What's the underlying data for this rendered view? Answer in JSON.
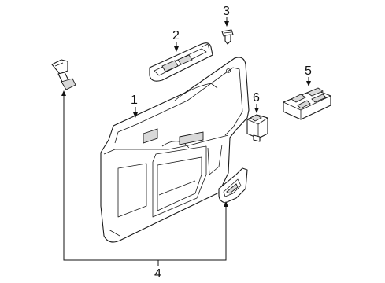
{
  "callouts": [
    {
      "id": "1",
      "text": "1"
    },
    {
      "id": "2",
      "text": "2"
    },
    {
      "id": "3",
      "text": "3"
    },
    {
      "id": "4",
      "text": "4"
    },
    {
      "id": "5",
      "text": "5"
    },
    {
      "id": "6",
      "text": "6"
    }
  ],
  "parts": [
    {
      "id": "door-trim-panel",
      "callout": "1"
    },
    {
      "id": "switch-bezel",
      "callout": "2"
    },
    {
      "id": "clip",
      "callout": "3"
    },
    {
      "id": "pull-handle-left",
      "callout": "4"
    },
    {
      "id": "pull-handle-right",
      "callout": "4"
    },
    {
      "id": "window-switch",
      "callout": "5"
    },
    {
      "id": "lock-switch",
      "callout": "6"
    }
  ]
}
